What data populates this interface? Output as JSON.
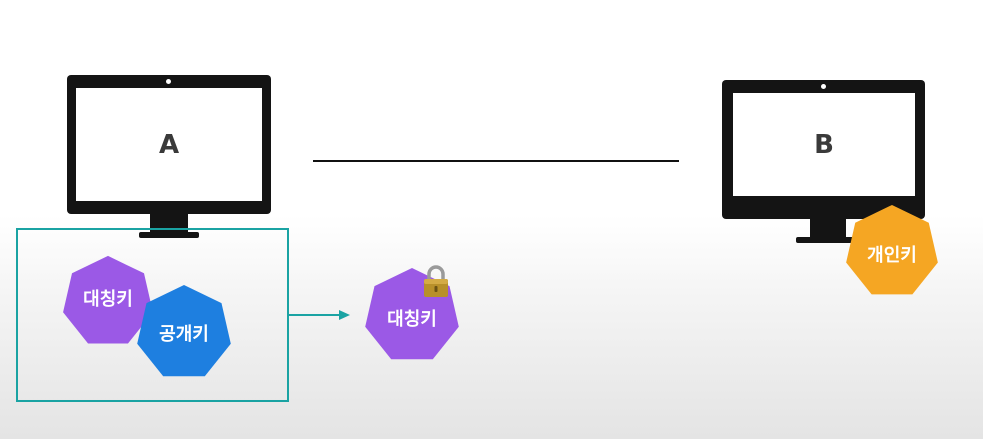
{
  "computers": {
    "a": {
      "label": "A"
    },
    "b": {
      "label": "B"
    }
  },
  "keys": {
    "symmetric": {
      "label": "대칭키",
      "color": "#9b59e6"
    },
    "public": {
      "label": "공개키",
      "color": "#1e7fe0"
    },
    "encrypted_symmetric": {
      "label": "대칭키",
      "color": "#9b59e6"
    },
    "private": {
      "label": "개인키",
      "color": "#f5a623"
    }
  },
  "colors": {
    "key_box_border": "#1aa3a3",
    "monitor": "#141414"
  },
  "icons": {
    "lock": "padlock-icon"
  }
}
